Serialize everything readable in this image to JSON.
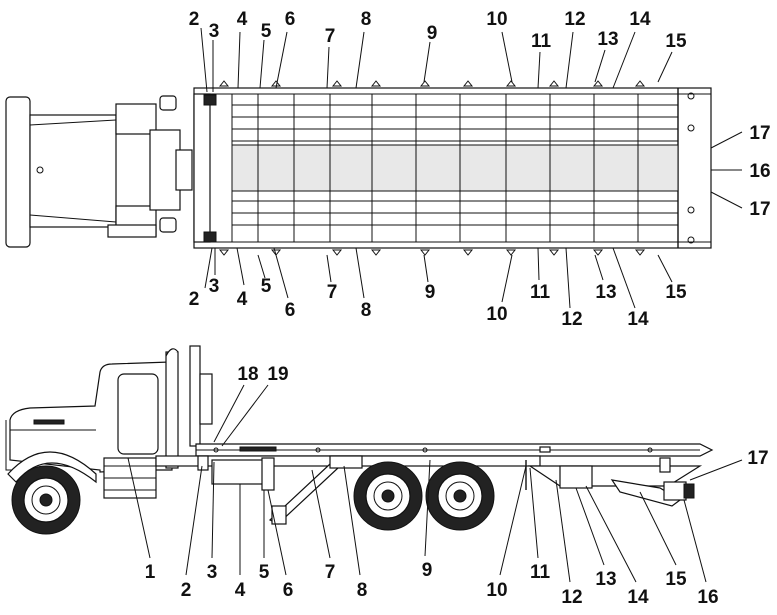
{
  "colors": {
    "line": "#111111",
    "background": "#ffffff"
  },
  "callouts": {
    "top_upper": [
      "2",
      "3",
      "4",
      "5",
      "6",
      "7",
      "8",
      "9",
      "10",
      "11",
      "12",
      "13",
      "14",
      "15"
    ],
    "top_lower": [
      "2",
      "3",
      "4",
      "5",
      "6",
      "7",
      "8",
      "9",
      "10",
      "11",
      "12",
      "13",
      "14",
      "15"
    ],
    "top_right": [
      "17",
      "16",
      "17"
    ],
    "side_upper": [
      "18",
      "19",
      "17"
    ],
    "side_lower": [
      "1",
      "2",
      "3",
      "4",
      "5",
      "6",
      "7",
      "8",
      "9",
      "10",
      "11",
      "12",
      "13",
      "14",
      "15",
      "16"
    ]
  }
}
